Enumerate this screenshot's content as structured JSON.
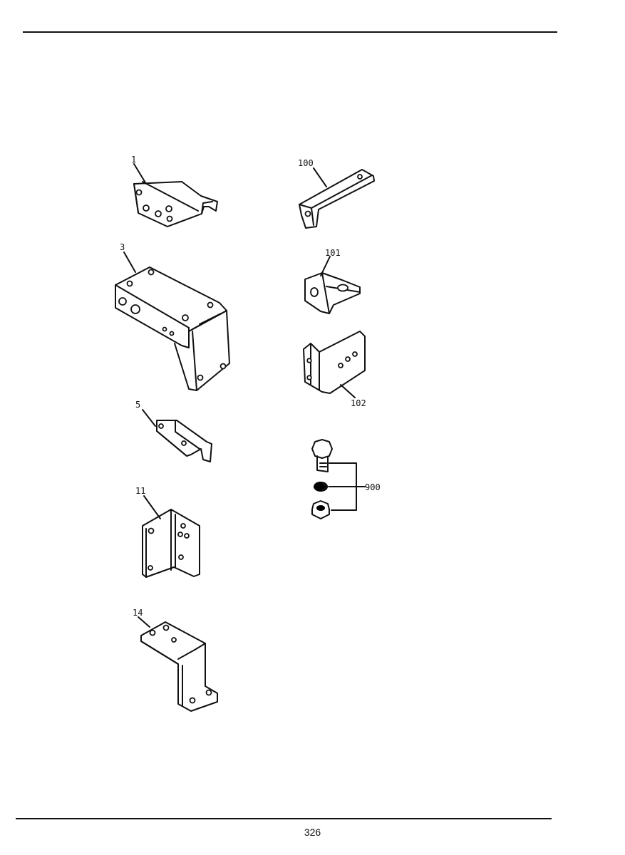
{
  "callouts": {
    "part_1": "1",
    "part_3": "3",
    "part_5": "5",
    "part_11": "11",
    "part_14": "14",
    "part_100": "100",
    "part_101": "101",
    "part_102": "102",
    "part_900": "900"
  },
  "footer": {
    "page_number": "326"
  }
}
